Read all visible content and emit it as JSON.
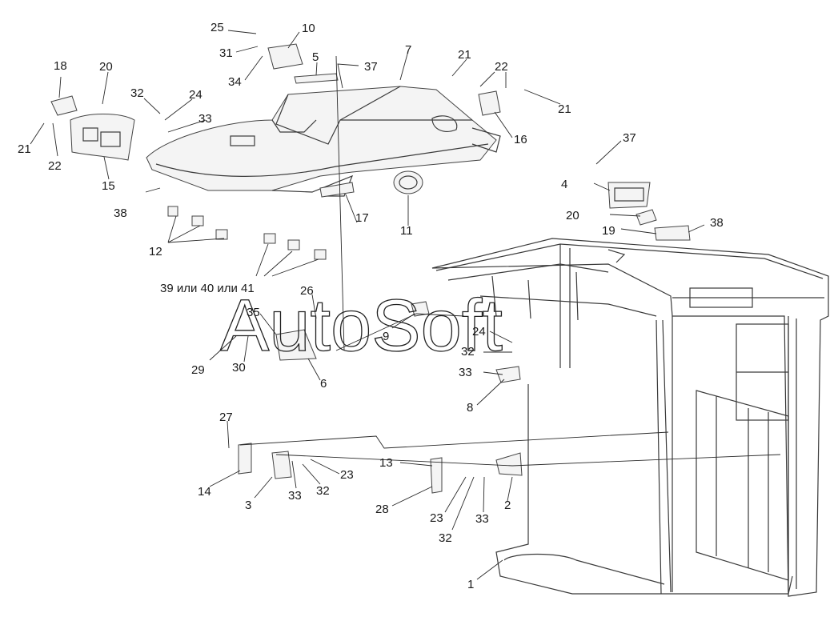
{
  "watermark": "AutoSoft",
  "alt_note": "39 или 40 или 41",
  "labels": [
    {
      "id": "L1",
      "text": "1"
    },
    {
      "id": "L2",
      "text": "2"
    },
    {
      "id": "L3",
      "text": "3"
    },
    {
      "id": "L4",
      "text": "4"
    },
    {
      "id": "L5",
      "text": "5"
    },
    {
      "id": "L6",
      "text": "6"
    },
    {
      "id": "L7",
      "text": "7"
    },
    {
      "id": "L8",
      "text": "8"
    },
    {
      "id": "L9",
      "text": "9"
    },
    {
      "id": "L10",
      "text": "10"
    },
    {
      "id": "L11",
      "text": "11"
    },
    {
      "id": "L12",
      "text": "12"
    },
    {
      "id": "L13",
      "text": "13"
    },
    {
      "id": "L14",
      "text": "14"
    },
    {
      "id": "L15",
      "text": "15"
    },
    {
      "id": "L16",
      "text": "16"
    },
    {
      "id": "L17",
      "text": "17"
    },
    {
      "id": "L18",
      "text": "18"
    },
    {
      "id": "L19",
      "text": "19"
    },
    {
      "id": "L20a",
      "text": "20"
    },
    {
      "id": "L20b",
      "text": "20"
    },
    {
      "id": "L21a",
      "text": "21"
    },
    {
      "id": "L21b",
      "text": "21"
    },
    {
      "id": "L21c",
      "text": "21"
    },
    {
      "id": "L22a",
      "text": "22"
    },
    {
      "id": "L22b",
      "text": "22"
    },
    {
      "id": "L23a",
      "text": "23"
    },
    {
      "id": "L23b",
      "text": "23"
    },
    {
      "id": "L24a",
      "text": "24"
    },
    {
      "id": "L24b",
      "text": "24"
    },
    {
      "id": "L25",
      "text": "25"
    },
    {
      "id": "L26",
      "text": "26"
    },
    {
      "id": "L27",
      "text": "27"
    },
    {
      "id": "L28",
      "text": "28"
    },
    {
      "id": "L29",
      "text": "29"
    },
    {
      "id": "L30",
      "text": "30"
    },
    {
      "id": "L31",
      "text": "31"
    },
    {
      "id": "L32a",
      "text": "32"
    },
    {
      "id": "L32b",
      "text": "32"
    },
    {
      "id": "L32c",
      "text": "32"
    },
    {
      "id": "L32d",
      "text": "32"
    },
    {
      "id": "L33a",
      "text": "33"
    },
    {
      "id": "L33b",
      "text": "33"
    },
    {
      "id": "L33c",
      "text": "33"
    },
    {
      "id": "L33d",
      "text": "33"
    },
    {
      "id": "L34",
      "text": "34"
    },
    {
      "id": "L35",
      "text": "35"
    },
    {
      "id": "L37a",
      "text": "37"
    },
    {
      "id": "L37b",
      "text": "37"
    },
    {
      "id": "L38a",
      "text": "38"
    },
    {
      "id": "L38b",
      "text": "38"
    }
  ]
}
